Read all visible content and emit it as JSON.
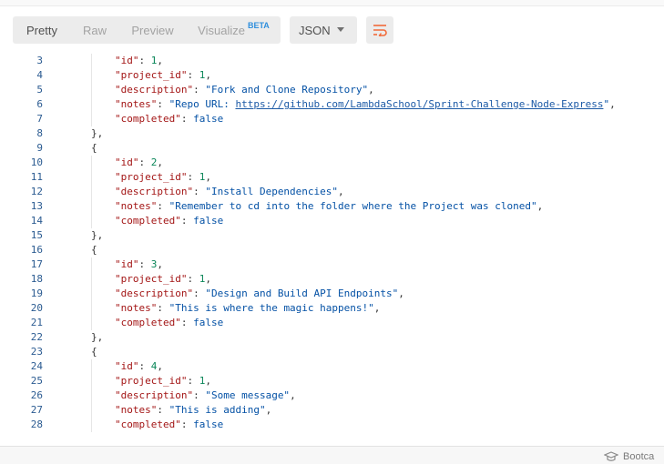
{
  "toolbar": {
    "tabs": [
      {
        "label": "Pretty",
        "active": true
      },
      {
        "label": "Raw",
        "active": false
      },
      {
        "label": "Preview",
        "active": false
      },
      {
        "label": "Visualize",
        "active": false,
        "badge": "BETA"
      }
    ],
    "format": "JSON",
    "wrap_icon": "wrap-lines-icon",
    "accent_color": "#f26b3a"
  },
  "editor": {
    "lines": [
      {
        "n": "3",
        "indent": 2,
        "tokens": [
          {
            "t": "key",
            "v": "\"id\""
          },
          {
            "t": "punc",
            "v": ": "
          },
          {
            "t": "num",
            "v": "1"
          },
          {
            "t": "punc",
            "v": ","
          }
        ]
      },
      {
        "n": "4",
        "indent": 2,
        "tokens": [
          {
            "t": "key",
            "v": "\"project_id\""
          },
          {
            "t": "punc",
            "v": ": "
          },
          {
            "t": "num",
            "v": "1"
          },
          {
            "t": "punc",
            "v": ","
          }
        ]
      },
      {
        "n": "5",
        "indent": 2,
        "tokens": [
          {
            "t": "key",
            "v": "\"description\""
          },
          {
            "t": "punc",
            "v": ": "
          },
          {
            "t": "str",
            "v": "\"Fork and Clone Repository\""
          },
          {
            "t": "punc",
            "v": ","
          }
        ]
      },
      {
        "n": "6",
        "indent": 2,
        "tokens": [
          {
            "t": "key",
            "v": "\"notes\""
          },
          {
            "t": "punc",
            "v": ": "
          },
          {
            "t": "str",
            "v": "\"Repo URL: "
          },
          {
            "t": "link",
            "v": "https://github.com/LambdaSchool/Sprint-Challenge-Node-Express"
          },
          {
            "t": "str",
            "v": "\""
          },
          {
            "t": "punc",
            "v": ","
          }
        ]
      },
      {
        "n": "7",
        "indent": 2,
        "tokens": [
          {
            "t": "key",
            "v": "\"completed\""
          },
          {
            "t": "punc",
            "v": ": "
          },
          {
            "t": "bool",
            "v": "false"
          }
        ]
      },
      {
        "n": "8",
        "indent": 1,
        "tokens": [
          {
            "t": "punc",
            "v": "},"
          }
        ]
      },
      {
        "n": "9",
        "indent": 1,
        "tokens": [
          {
            "t": "punc",
            "v": "{"
          }
        ]
      },
      {
        "n": "10",
        "indent": 2,
        "tokens": [
          {
            "t": "key",
            "v": "\"id\""
          },
          {
            "t": "punc",
            "v": ": "
          },
          {
            "t": "num",
            "v": "2"
          },
          {
            "t": "punc",
            "v": ","
          }
        ]
      },
      {
        "n": "11",
        "indent": 2,
        "tokens": [
          {
            "t": "key",
            "v": "\"project_id\""
          },
          {
            "t": "punc",
            "v": ": "
          },
          {
            "t": "num",
            "v": "1"
          },
          {
            "t": "punc",
            "v": ","
          }
        ]
      },
      {
        "n": "12",
        "indent": 2,
        "tokens": [
          {
            "t": "key",
            "v": "\"description\""
          },
          {
            "t": "punc",
            "v": ": "
          },
          {
            "t": "str",
            "v": "\"Install Dependencies\""
          },
          {
            "t": "punc",
            "v": ","
          }
        ]
      },
      {
        "n": "13",
        "indent": 2,
        "tokens": [
          {
            "t": "key",
            "v": "\"notes\""
          },
          {
            "t": "punc",
            "v": ": "
          },
          {
            "t": "str",
            "v": "\"Remember to cd into the folder where the Project was cloned\""
          },
          {
            "t": "punc",
            "v": ","
          }
        ]
      },
      {
        "n": "14",
        "indent": 2,
        "tokens": [
          {
            "t": "key",
            "v": "\"completed\""
          },
          {
            "t": "punc",
            "v": ": "
          },
          {
            "t": "bool",
            "v": "false"
          }
        ]
      },
      {
        "n": "15",
        "indent": 1,
        "tokens": [
          {
            "t": "punc",
            "v": "},"
          }
        ]
      },
      {
        "n": "16",
        "indent": 1,
        "tokens": [
          {
            "t": "punc",
            "v": "{"
          }
        ]
      },
      {
        "n": "17",
        "indent": 2,
        "tokens": [
          {
            "t": "key",
            "v": "\"id\""
          },
          {
            "t": "punc",
            "v": ": "
          },
          {
            "t": "num",
            "v": "3"
          },
          {
            "t": "punc",
            "v": ","
          }
        ]
      },
      {
        "n": "18",
        "indent": 2,
        "tokens": [
          {
            "t": "key",
            "v": "\"project_id\""
          },
          {
            "t": "punc",
            "v": ": "
          },
          {
            "t": "num",
            "v": "1"
          },
          {
            "t": "punc",
            "v": ","
          }
        ]
      },
      {
        "n": "19",
        "indent": 2,
        "tokens": [
          {
            "t": "key",
            "v": "\"description\""
          },
          {
            "t": "punc",
            "v": ": "
          },
          {
            "t": "str",
            "v": "\"Design and Build API Endpoints\""
          },
          {
            "t": "punc",
            "v": ","
          }
        ]
      },
      {
        "n": "20",
        "indent": 2,
        "tokens": [
          {
            "t": "key",
            "v": "\"notes\""
          },
          {
            "t": "punc",
            "v": ": "
          },
          {
            "t": "str",
            "v": "\"This is where the magic happens!\""
          },
          {
            "t": "punc",
            "v": ","
          }
        ]
      },
      {
        "n": "21",
        "indent": 2,
        "tokens": [
          {
            "t": "key",
            "v": "\"completed\""
          },
          {
            "t": "punc",
            "v": ": "
          },
          {
            "t": "bool",
            "v": "false"
          }
        ]
      },
      {
        "n": "22",
        "indent": 1,
        "tokens": [
          {
            "t": "punc",
            "v": "},"
          }
        ]
      },
      {
        "n": "23",
        "indent": 1,
        "tokens": [
          {
            "t": "punc",
            "v": "{"
          }
        ]
      },
      {
        "n": "24",
        "indent": 2,
        "tokens": [
          {
            "t": "key",
            "v": "\"id\""
          },
          {
            "t": "punc",
            "v": ": "
          },
          {
            "t": "num",
            "v": "4"
          },
          {
            "t": "punc",
            "v": ","
          }
        ]
      },
      {
        "n": "25",
        "indent": 2,
        "tokens": [
          {
            "t": "key",
            "v": "\"project_id\""
          },
          {
            "t": "punc",
            "v": ": "
          },
          {
            "t": "num",
            "v": "1"
          },
          {
            "t": "punc",
            "v": ","
          }
        ]
      },
      {
        "n": "26",
        "indent": 2,
        "tokens": [
          {
            "t": "key",
            "v": "\"description\""
          },
          {
            "t": "punc",
            "v": ": "
          },
          {
            "t": "str",
            "v": "\"Some message\""
          },
          {
            "t": "punc",
            "v": ","
          }
        ]
      },
      {
        "n": "27",
        "indent": 2,
        "tokens": [
          {
            "t": "key",
            "v": "\"notes\""
          },
          {
            "t": "punc",
            "v": ": "
          },
          {
            "t": "str",
            "v": "\"This is adding\""
          },
          {
            "t": "punc",
            "v": ","
          }
        ]
      },
      {
        "n": "28",
        "indent": 2,
        "tokens": [
          {
            "t": "key",
            "v": "\"completed\""
          },
          {
            "t": "punc",
            "v": ": "
          },
          {
            "t": "bool",
            "v": "false"
          }
        ]
      }
    ]
  },
  "status_bar": {
    "label": "Bootca",
    "icon": "graduation-cap-icon"
  }
}
